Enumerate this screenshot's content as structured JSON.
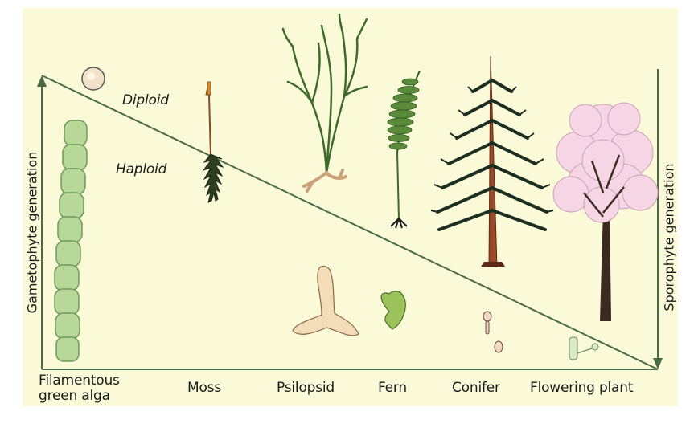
{
  "diagram": {
    "background_color": "#fafad9",
    "line_color": "#4a6a45",
    "ploidy": {
      "diploid": "Diploid",
      "haploid": "Haploid"
    },
    "axes": {
      "left": "Gametophyte generation",
      "right": "Sporophyte generation"
    },
    "organisms": [
      {
        "name": "alga",
        "label_line1": "Filamentous",
        "label_line2": "green alga"
      },
      {
        "name": "moss",
        "label_line1": "Moss",
        "label_line2": ""
      },
      {
        "name": "psilopsid",
        "label_line1": "Psilopsid",
        "label_line2": ""
      },
      {
        "name": "fern",
        "label_line1": "Fern",
        "label_line2": ""
      },
      {
        "name": "conifer",
        "label_line1": "Conifer",
        "label_line2": ""
      },
      {
        "name": "flowering-plant",
        "label_line1": "Flowering plant",
        "label_line2": ""
      }
    ]
  }
}
